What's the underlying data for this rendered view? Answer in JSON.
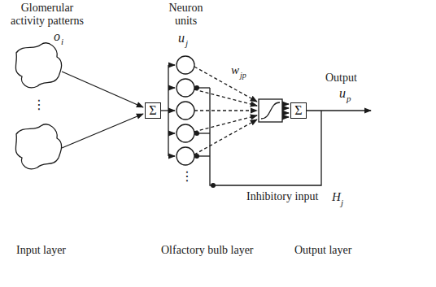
{
  "diagram": {
    "nodes": [
      {
        "text": [
          "Σ"
        ]
      },
      {
        "text": [
          "Σ"
        ]
      }
    ],
    "labels": [
      "Glomerular activity patterns",
      "o",
      "i",
      "⋮",
      "Neuron units",
      "u",
      "j",
      "w",
      "jp",
      "⋮",
      "Output",
      "u",
      "p",
      "Inhibitory input",
      "H",
      "j",
      "Input layer",
      "Olfactory bulb layer",
      "Output layer"
    ]
  }
}
